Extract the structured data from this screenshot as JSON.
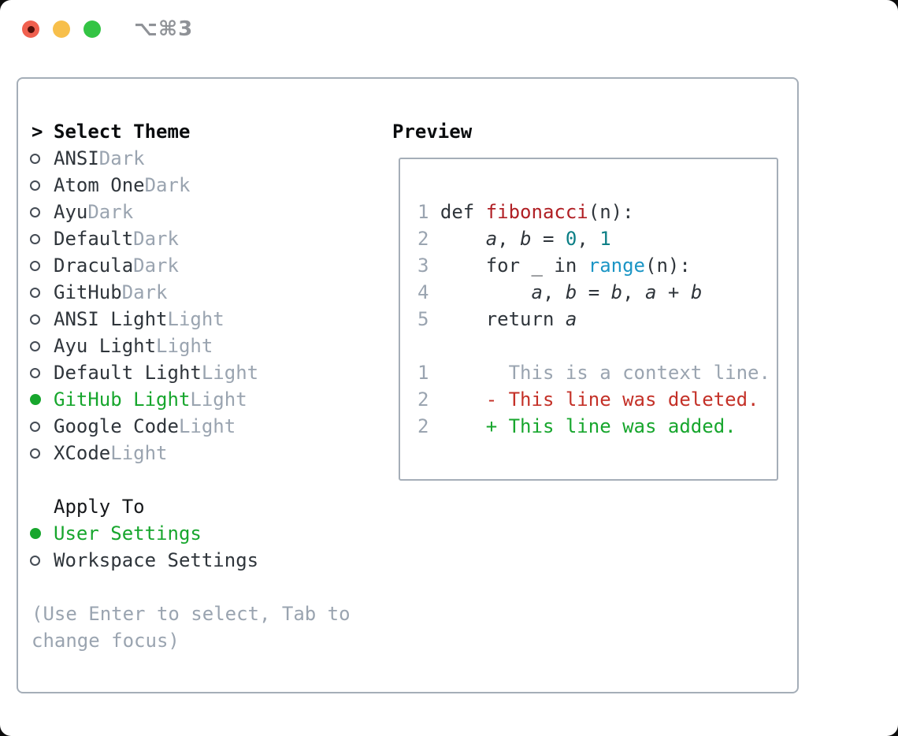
{
  "window": {
    "shortcut": "⌥⌘3",
    "traffic_lights": [
      "close",
      "minimize",
      "zoom"
    ]
  },
  "colors": {
    "panel_border": "#a5aeb8",
    "text": "#2f353b",
    "muted": "#9aa4b0",
    "selected_green": "#17a62d",
    "function_red": "#b01f24",
    "deleted_red": "#c43128",
    "number_teal": "#0c7f86",
    "builtin_blue": "#1b95c5",
    "traffic_red": "#f0604f",
    "traffic_yellow": "#f7bf4b",
    "traffic_green": "#33c444"
  },
  "theme_selector": {
    "prompt": ">",
    "title": "Select Theme",
    "items": [
      {
        "name": "ANSI",
        "variant": "Dark",
        "selected": false
      },
      {
        "name": "Atom One",
        "variant": "Dark",
        "selected": false
      },
      {
        "name": "Ayu",
        "variant": "Dark",
        "selected": false
      },
      {
        "name": "Default",
        "variant": "Dark",
        "selected": false
      },
      {
        "name": "Dracula",
        "variant": "Dark",
        "selected": false
      },
      {
        "name": "GitHub",
        "variant": "Dark",
        "selected": false
      },
      {
        "name": "ANSI Light",
        "variant": "Light",
        "selected": false
      },
      {
        "name": "Ayu Light",
        "variant": "Light",
        "selected": false
      },
      {
        "name": "Default Light",
        "variant": "Light",
        "selected": false
      },
      {
        "name": "GitHub Light",
        "variant": "Light",
        "selected": true
      },
      {
        "name": "Google Code",
        "variant": "Light",
        "selected": false
      },
      {
        "name": "XCode",
        "variant": "Light",
        "selected": false
      }
    ]
  },
  "apply_to": {
    "title": "Apply To",
    "options": [
      {
        "label": "User Settings",
        "selected": true
      },
      {
        "label": "Workspace Settings",
        "selected": false
      }
    ]
  },
  "hint": "(Use Enter to select, Tab to change focus)",
  "preview": {
    "title": "Preview",
    "code_lines": [
      {
        "num": "1",
        "segments": [
          {
            "t": "def ",
            "c": "code"
          },
          {
            "t": "fibonacci",
            "c": "func"
          },
          {
            "t": "(n):",
            "c": "code"
          }
        ]
      },
      {
        "num": "2",
        "segments": [
          {
            "t": "    ",
            "c": "code"
          },
          {
            "t": "a",
            "c": "var"
          },
          {
            "t": ", ",
            "c": "code"
          },
          {
            "t": "b",
            "c": "var"
          },
          {
            "t": " = ",
            "c": "code"
          },
          {
            "t": "0",
            "c": "num"
          },
          {
            "t": ", ",
            "c": "code"
          },
          {
            "t": "1",
            "c": "num"
          }
        ]
      },
      {
        "num": "3",
        "segments": [
          {
            "t": "    for _ in ",
            "c": "code"
          },
          {
            "t": "range",
            "c": "builtin"
          },
          {
            "t": "(n):",
            "c": "code"
          }
        ]
      },
      {
        "num": "4",
        "segments": [
          {
            "t": "        ",
            "c": "code"
          },
          {
            "t": "a",
            "c": "var"
          },
          {
            "t": ", ",
            "c": "code"
          },
          {
            "t": "b",
            "c": "var"
          },
          {
            "t": " = ",
            "c": "code"
          },
          {
            "t": "b",
            "c": "var"
          },
          {
            "t": ", ",
            "c": "code"
          },
          {
            "t": "a",
            "c": "var"
          },
          {
            "t": " + ",
            "c": "code"
          },
          {
            "t": "b",
            "c": "var"
          }
        ]
      },
      {
        "num": "5",
        "segments": [
          {
            "t": "    return ",
            "c": "code"
          },
          {
            "t": "a",
            "c": "var"
          }
        ]
      },
      {
        "blank": true
      },
      {
        "num": "1",
        "segments": [
          {
            "t": "      This is a context line.",
            "c": "context"
          }
        ]
      },
      {
        "num": "2",
        "segments": [
          {
            "t": "    - This line was deleted.",
            "c": "deleted"
          }
        ]
      },
      {
        "num": "2",
        "segments": [
          {
            "t": "    + This line was added.",
            "c": "added"
          }
        ]
      }
    ]
  }
}
